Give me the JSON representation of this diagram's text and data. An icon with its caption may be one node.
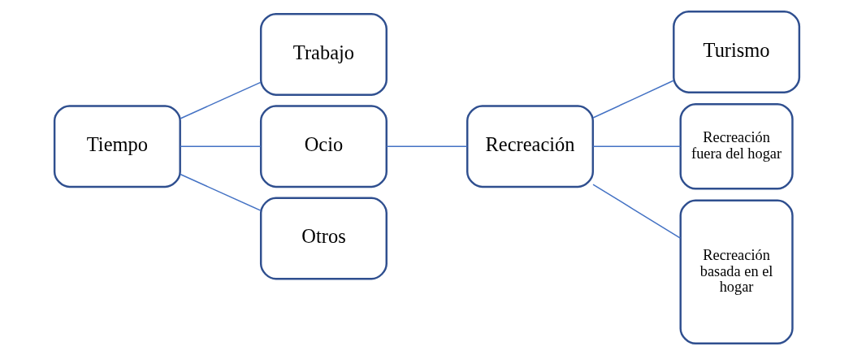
{
  "diagram": {
    "nodes": [
      {
        "text": [
          "Tiempo"
        ]
      },
      {
        "text": [
          "Trabajo"
        ]
      },
      {
        "text": [
          "Ocio"
        ]
      },
      {
        "text": [
          "Otros"
        ]
      },
      {
        "text": [
          "Recreación"
        ]
      },
      {
        "text": [
          "Turismo"
        ]
      },
      {
        "text": [
          "Recreación fuera del hogar"
        ]
      },
      {
        "text": [
          "Recreación basada en el hogar"
        ]
      }
    ],
    "edges": [
      {
        "from": 0,
        "to": 1,
        "arrow": "none"
      },
      {
        "from": 0,
        "to": 2,
        "arrow": "none"
      },
      {
        "from": 0,
        "to": 3,
        "arrow": "none"
      },
      {
        "from": 2,
        "to": 4,
        "arrow": "none"
      },
      {
        "from": 4,
        "to": 5,
        "arrow": "none"
      },
      {
        "from": 4,
        "to": 6,
        "arrow": "none"
      },
      {
        "from": 4,
        "to": 7,
        "arrow": "none"
      }
    ]
  }
}
